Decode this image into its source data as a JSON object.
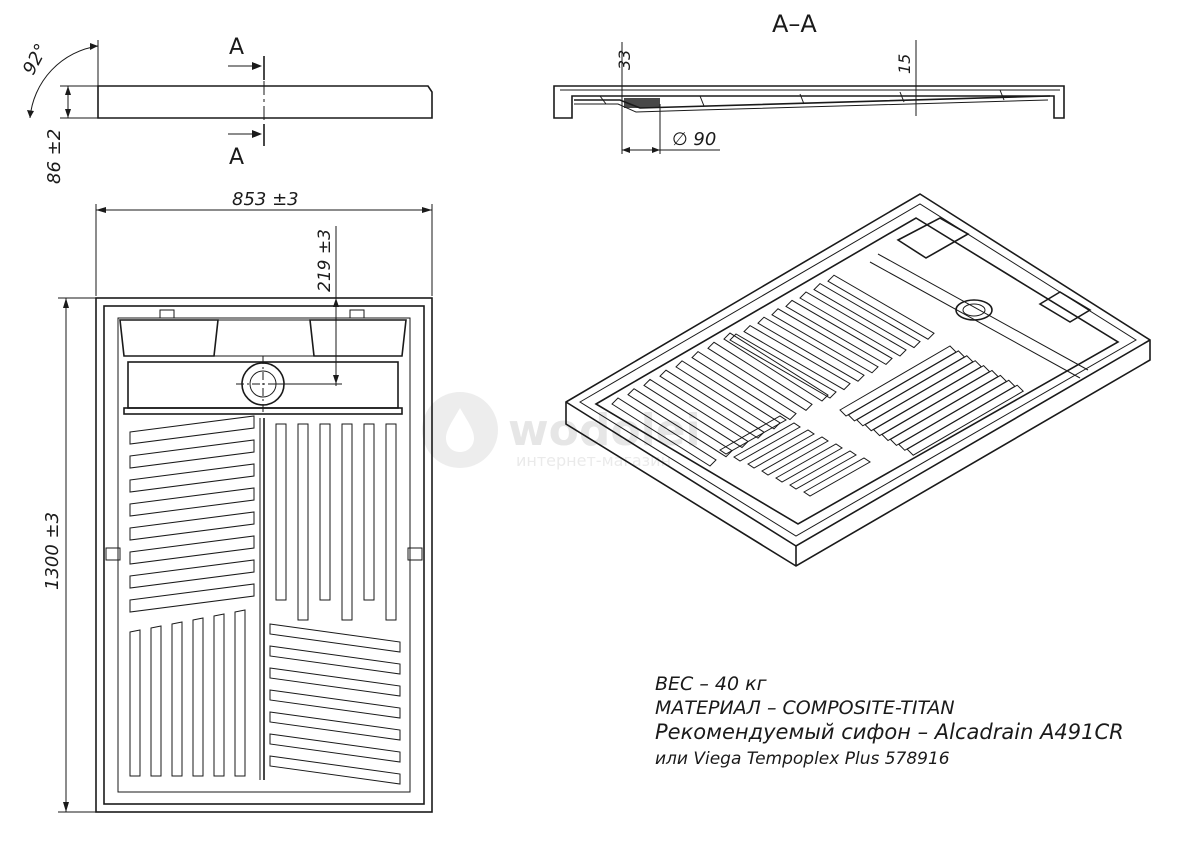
{
  "section_view": {
    "title": "A–A"
  },
  "side_view": {
    "angle": "92°",
    "height": "86 ±2",
    "cut_label_top": "A",
    "cut_label_bottom": "A"
  },
  "section_dims": {
    "depth_left": "33",
    "depth_right": "15",
    "drain_diameter": "∅ 90"
  },
  "plan_view": {
    "width": "853 ±3",
    "length": "1300 ±3",
    "drain_offset": "219 ±3"
  },
  "specs": {
    "weight": "ВЕС – 40 кг",
    "material": "МАТЕРИАЛ – COMPOSITE-TITAN",
    "siphon": "Рекомендуемый сифон – Alcadrain A491CR",
    "alternative": "или Viega Tempoplex Plus 578916"
  },
  "watermark": {
    "brand": "wodolei",
    "subtitle": "интернет-магазин"
  }
}
